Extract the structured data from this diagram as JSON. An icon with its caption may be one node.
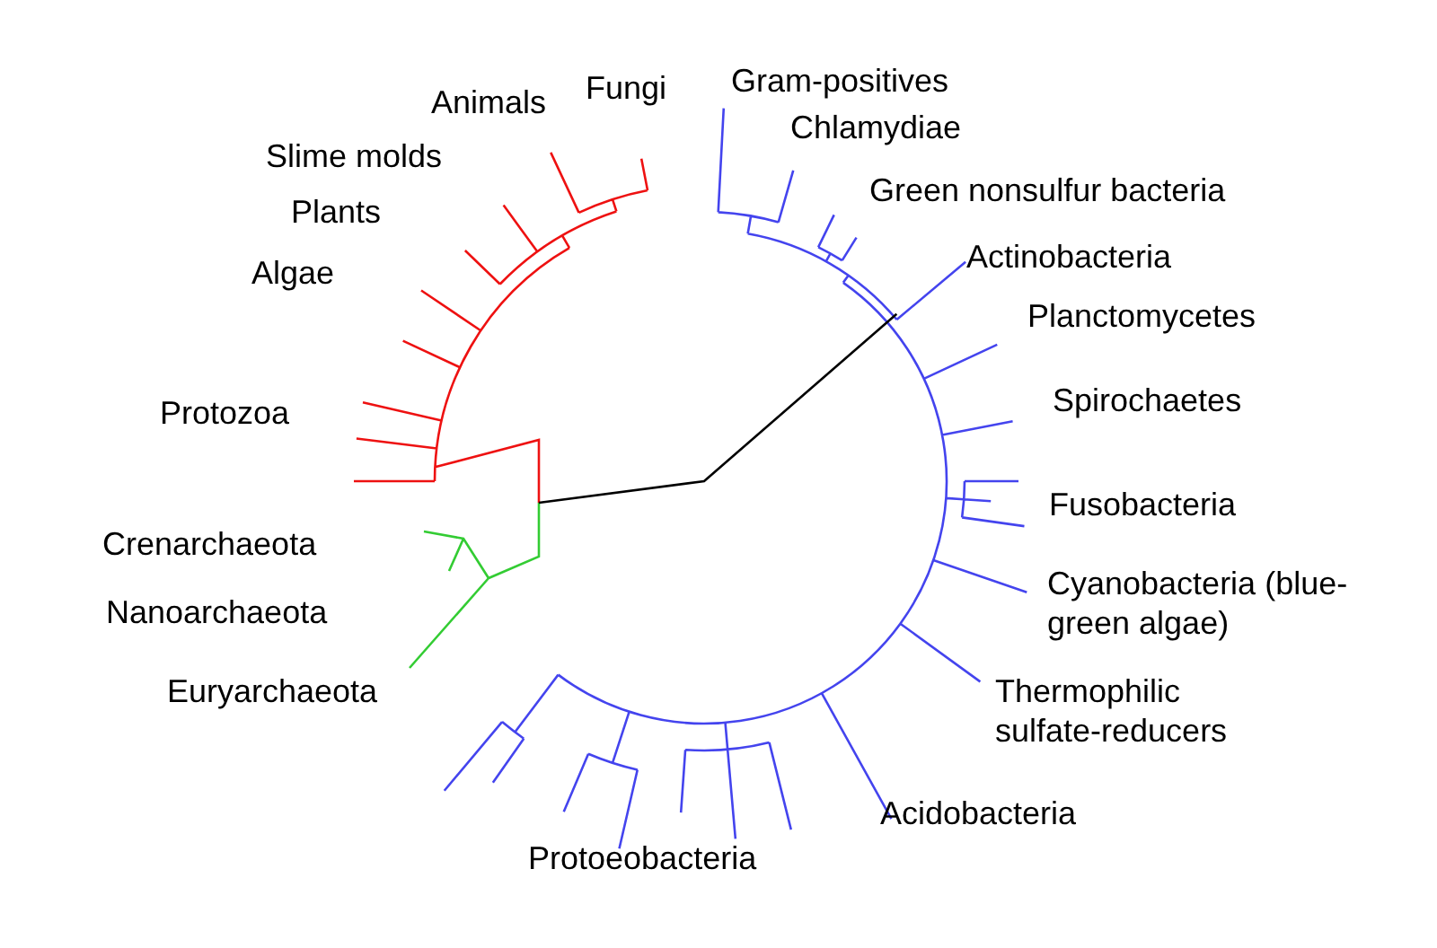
{
  "diagram": {
    "labels": [
      "Gram-positives",
      "Fungi",
      "Animals",
      "Chlamydiae",
      "Slime molds",
      "Green nonsulfur bacteria",
      "Plants",
      "Actinobacteria",
      "Algae",
      "Planctomycetes",
      "Protozoa",
      "Spirochaetes",
      "Fusobacteria",
      "Crenarchaeota",
      "Cyanobacteria (blue-green algae)",
      "Nanoarchaeota",
      "Thermophilic sulfate-reducers",
      "Euryarchaeota",
      "Acidobacteria",
      "Protoeobacteria"
    ]
  }
}
